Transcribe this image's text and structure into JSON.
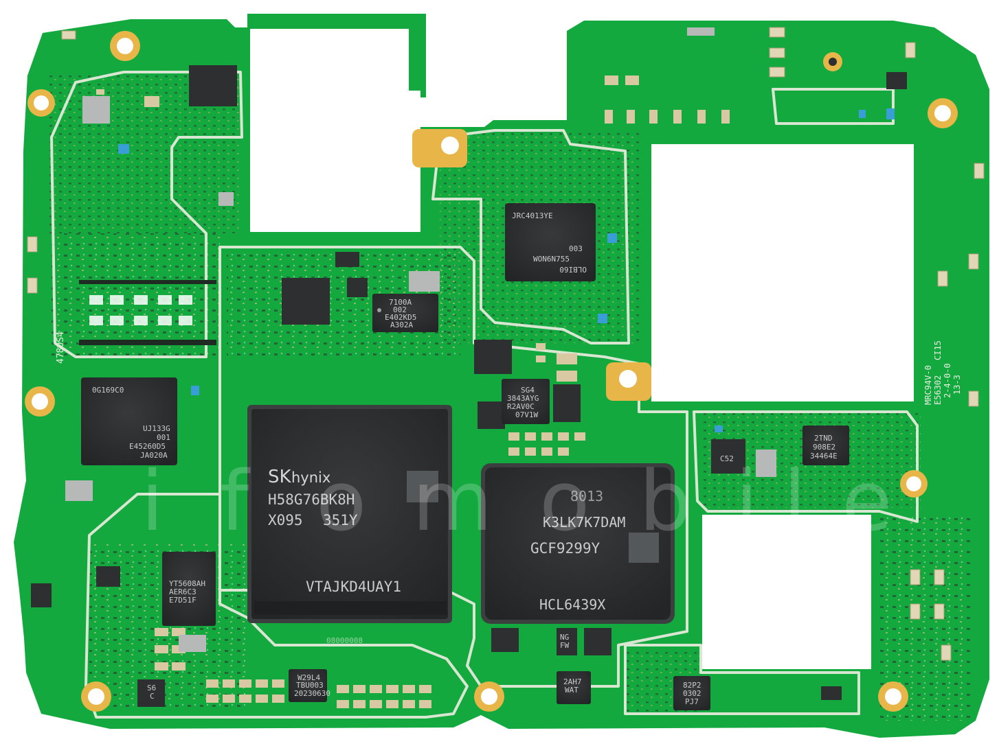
{
  "board": {
    "colors": {
      "pcb": "#14a93f",
      "pcb_dark": "#0e8a33",
      "shield_outline": "#d8e6d2",
      "chip": "#2d2f30",
      "chip_edge": "#3c3f40",
      "gold": "#e7b548",
      "background": "#ffffff"
    },
    "watermark": {
      "letters": [
        "i",
        "f",
        "o",
        "m",
        "o",
        "b",
        "i",
        "l",
        "e"
      ]
    },
    "silkscreen": {
      "left_code": "4780S4",
      "right_line1": "MRC94V-0",
      "right_line2": "E56302",
      "right_line3": "CI15",
      "right_line4": "2-4-0-0",
      "right_line5": "13-3",
      "bottom_code": "08000008"
    }
  },
  "chips": {
    "ram": {
      "brand_sk": "SK",
      "brand_hynix": "hynix",
      "line1": "H58G76BK8H",
      "line2a": "X095",
      "line2b": "351Y",
      "line3": "VTAJKD4UAY1"
    },
    "storage": {
      "line1": "8013",
      "line2": "K3LK7K7DAM",
      "line3": "GCF9299Y",
      "line4": "HCL6439X"
    },
    "modem": {
      "line1": "JRC4013YE",
      "line2": "003",
      "line3": "WON6N755",
      "line4": "OLBI60"
    },
    "pmic": {
      "line1": "0G169C0",
      "line2": "UJ133G",
      "line3": "001",
      "line4": "E45260D5",
      "line5": "JA020A"
    },
    "audio": {
      "line1": "YT5608AH",
      "line2": "AER6C3",
      "line3": "E7D51F"
    },
    "power_small": {
      "line1": "7100A",
      "line2": "002",
      "line3": "E402KD5",
      "line4": "A302A"
    },
    "sg4": {
      "line1": "SG4",
      "line2": "3843AYG",
      "line3": "R2AV0C",
      "line4": "07V1W"
    },
    "tnd": {
      "line1": "2TND",
      "line2": "908E2",
      "line3": "34464E"
    },
    "w29": {
      "line1": "W29L4",
      "line2": "TBU003",
      "line3": "20230630"
    },
    "ahw": {
      "line1": "2AH7",
      "line2": "WAT"
    },
    "pp2": {
      "line1": "82P2",
      "line2": "0302",
      "line3": "PJ7"
    },
    "s6": {
      "line1": "S6",
      "line2": "C"
    },
    "ng": {
      "line1": "NG",
      "line2": "FW"
    },
    "c52": {
      "line1": "C52"
    }
  }
}
